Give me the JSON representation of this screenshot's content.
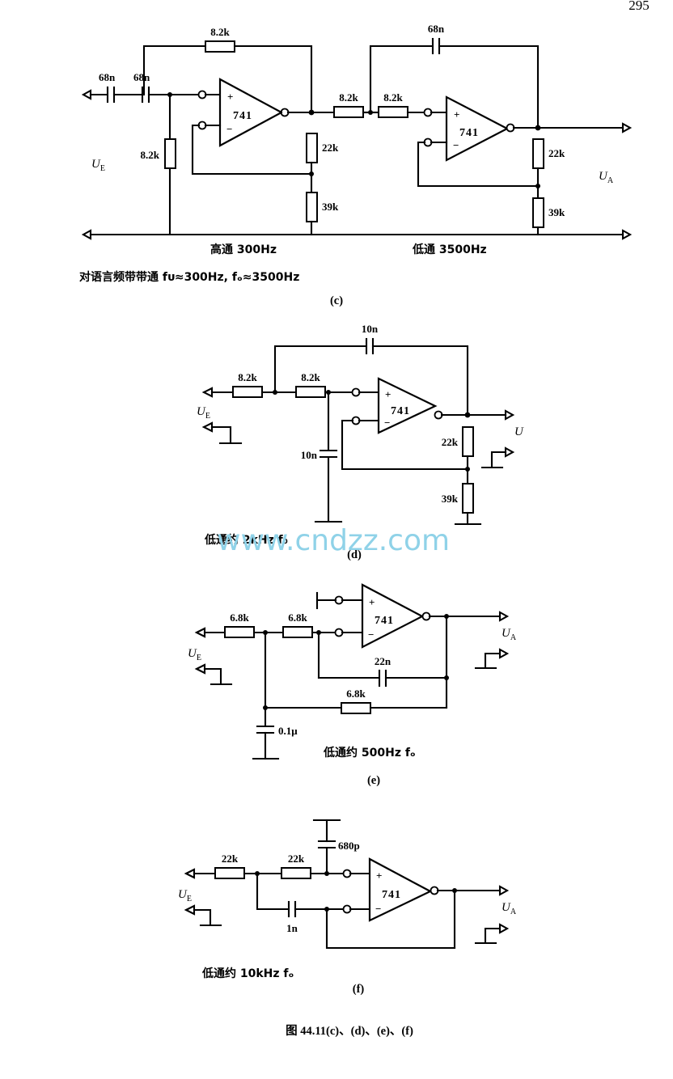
{
  "page": {
    "number": "295",
    "figure_caption": "图 44.11(c)、(d)、(e)、(f)",
    "watermark": "www.cndzz.com",
    "watermark_color": "#8fd2e8"
  },
  "circuits": [
    {
      "id": "c",
      "sub_label": "(c)",
      "caption": "对语言频带带通  fᴜ≈300Hz, fₒ≈3500Hz",
      "stage_labels": [
        "高通 300Hz",
        "低通 3500Hz"
      ],
      "input_label": "U",
      "input_sub": "E",
      "output_label": "U",
      "output_sub": "A",
      "opamps": [
        "741",
        "741"
      ],
      "components": [
        {
          "name": "C1",
          "value": "68n",
          "type": "capacitor"
        },
        {
          "name": "C2",
          "value": "68n",
          "type": "capacitor"
        },
        {
          "name": "Rf1",
          "value": "8.2k",
          "type": "resistor"
        },
        {
          "name": "R1",
          "value": "8.2k",
          "type": "resistor"
        },
        {
          "name": "R2",
          "value": "22k",
          "type": "resistor"
        },
        {
          "name": "R3",
          "value": "39k",
          "type": "resistor"
        },
        {
          "name": "R4",
          "value": "8.2k",
          "type": "resistor"
        },
        {
          "name": "R5",
          "value": "8.2k",
          "type": "resistor"
        },
        {
          "name": "Cf2",
          "value": "68n",
          "type": "capacitor"
        },
        {
          "name": "R6",
          "value": "22k",
          "type": "resistor"
        },
        {
          "name": "R7",
          "value": "39k",
          "type": "resistor"
        }
      ]
    },
    {
      "id": "d",
      "sub_label": "(d)",
      "caption": "低通约 2kHz f₀",
      "input_label": "U",
      "input_sub": "E",
      "output_label": "U",
      "output_sub": "",
      "opamps": [
        "741"
      ],
      "components": [
        {
          "name": "Cf",
          "value": "10n",
          "type": "capacitor"
        },
        {
          "name": "R1",
          "value": "8.2k",
          "type": "resistor"
        },
        {
          "name": "R2",
          "value": "8.2k",
          "type": "resistor"
        },
        {
          "name": "C1",
          "value": "10n",
          "type": "capacitor"
        },
        {
          "name": "R3",
          "value": "22k",
          "type": "resistor"
        },
        {
          "name": "R4",
          "value": "39k",
          "type": "resistor"
        }
      ]
    },
    {
      "id": "e",
      "sub_label": "(e)",
      "caption": "低通约 500Hz fₒ",
      "input_label": "U",
      "input_sub": "E",
      "output_label": "U",
      "output_sub": "A",
      "opamps": [
        "741"
      ],
      "components": [
        {
          "name": "R1",
          "value": "6.8k",
          "type": "resistor"
        },
        {
          "name": "R2",
          "value": "6.8k",
          "type": "resistor"
        },
        {
          "name": "Cf",
          "value": "22n",
          "type": "capacitor"
        },
        {
          "name": "R3",
          "value": "6.8k",
          "type": "resistor"
        },
        {
          "name": "C1",
          "value": "0.1μ",
          "type": "capacitor"
        }
      ]
    },
    {
      "id": "f",
      "sub_label": "(f)",
      "caption": "低通约 10kHz fₒ",
      "input_label": "U",
      "input_sub": "E",
      "output_label": "U",
      "output_sub": "A",
      "opamps": [
        "741"
      ],
      "components": [
        {
          "name": "C1",
          "value": "680p",
          "type": "capacitor"
        },
        {
          "name": "R1",
          "value": "22k",
          "type": "resistor"
        },
        {
          "name": "R2",
          "value": "22k",
          "type": "resistor"
        },
        {
          "name": "C2",
          "value": "1n",
          "type": "capacitor"
        }
      ]
    }
  ]
}
